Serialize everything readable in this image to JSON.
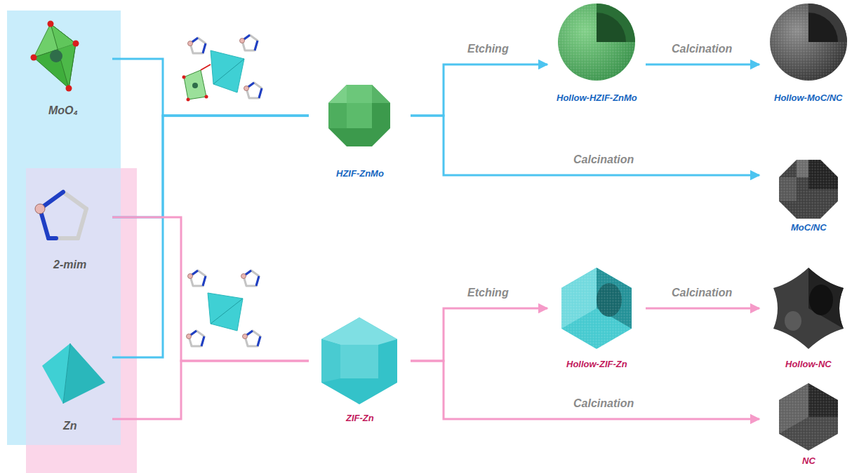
{
  "diagram": {
    "nodes": [
      {
        "text": [
          "MoO₄"
        ]
      },
      {
        "text": [
          "2-mim"
        ]
      },
      {
        "text": [
          "Zn"
        ]
      },
      {
        "text": [
          "HZIF-ZnMo"
        ]
      },
      {
        "text": [
          "ZIF-Zn"
        ]
      },
      {
        "text": [
          "Hollow-HZIF-ZnMo"
        ]
      },
      {
        "text": [
          "Hollow-MoC/NC"
        ]
      },
      {
        "text": [
          "MoC/NC"
        ]
      },
      {
        "text": [
          "Hollow-ZIF-Zn"
        ]
      },
      {
        "text": [
          "Hollow-NC"
        ]
      },
      {
        "text": [
          "NC"
        ]
      }
    ],
    "edges": [
      {
        "from": 0,
        "to": 3,
        "arrow": "none"
      },
      {
        "from": 1,
        "to": 3,
        "arrow": "none"
      },
      {
        "from": 2,
        "to": 3,
        "arrow": "none"
      },
      {
        "from": 1,
        "to": 4,
        "arrow": "none"
      },
      {
        "from": 2,
        "to": 4,
        "arrow": "none"
      },
      {
        "from": 3,
        "to": 5,
        "label": "Etching",
        "arrow": "to"
      },
      {
        "from": 5,
        "to": 6,
        "label": "Calcination",
        "arrow": "to"
      },
      {
        "from": 3,
        "to": 7,
        "label": "Calcination",
        "arrow": "to"
      },
      {
        "from": 4,
        "to": 8,
        "label": "Etching",
        "arrow": "to"
      },
      {
        "from": 8,
        "to": 9,
        "label": "Calcination",
        "arrow": "to"
      },
      {
        "from": 4,
        "to": 10,
        "label": "Calcination",
        "arrow": "to"
      }
    ]
  }
}
